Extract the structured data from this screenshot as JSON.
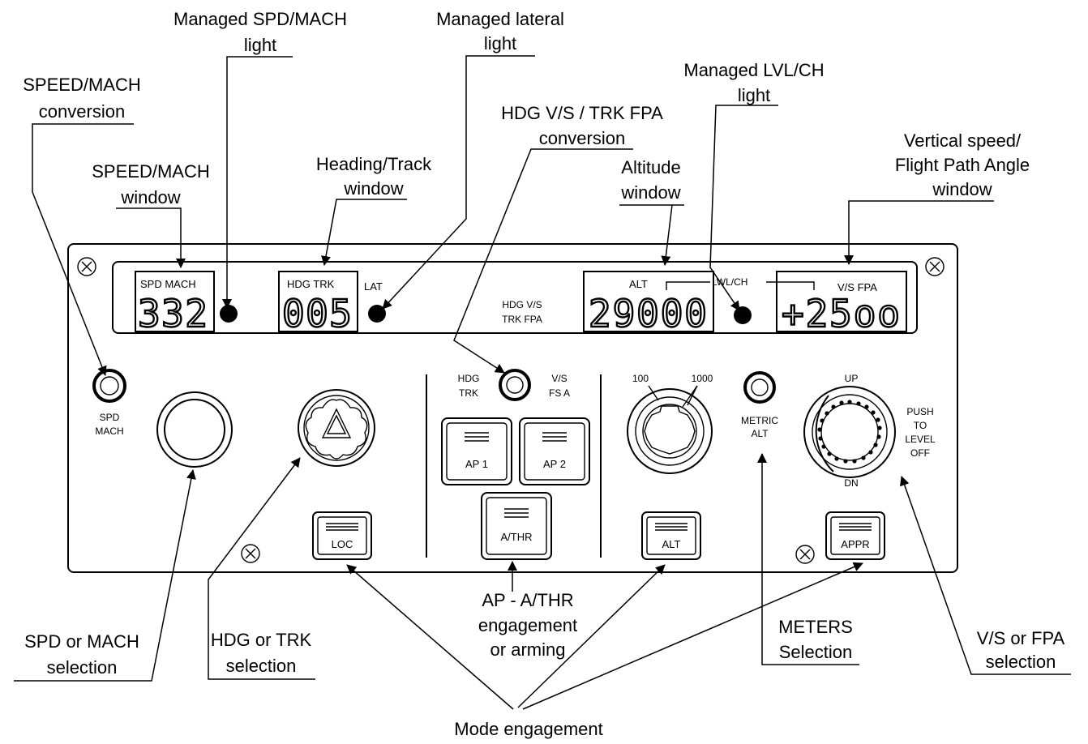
{
  "callouts": {
    "managed_spd_mach_light": [
      "Managed SPD/MACH",
      "light"
    ],
    "managed_lateral_light": [
      "Managed lateral",
      "light"
    ],
    "speed_mach_conversion": [
      "SPEED/MACH",
      "conversion"
    ],
    "managed_lvl_ch_light": [
      "Managed LVL/CH",
      "light"
    ],
    "hdg_vs_trk_fpa_conversion": [
      "HDG V/S / TRK FPA",
      "conversion"
    ],
    "vertical_speed_fpa_window": [
      "Vertical speed/",
      "Flight Path Angle",
      "window"
    ],
    "speed_mach_window": [
      "SPEED/MACH",
      "window"
    ],
    "heading_track_window": [
      "Heading/Track",
      "window"
    ],
    "altitude_window": [
      "Altitude",
      "window"
    ],
    "spd_or_mach_selection": [
      "SPD or MACH",
      "selection"
    ],
    "hdg_or_trk_selection": [
      "HDG or TRK",
      "selection"
    ],
    "ap_athr_engagement": [
      "AP - A/THR",
      "engagement",
      "or arming"
    ],
    "meters_selection": [
      "METERS",
      "Selection"
    ],
    "vs_or_fpa_selection": [
      "V/S or FPA",
      "selection"
    ],
    "mode_engagement": [
      "Mode engagement"
    ]
  },
  "display": {
    "spd": {
      "label": "SPD MACH",
      "value": "332"
    },
    "hdg": {
      "label": "HDG TRK",
      "value": "005"
    },
    "lat_label": "LAT",
    "hdg_vs_center": [
      "HDG V/S",
      "TRK FPA"
    ],
    "alt": {
      "label": "ALT",
      "value": "29000"
    },
    "lvl_ch_label": "LWL/CH",
    "vs": {
      "label": "V/S FPA",
      "value": "+25oo"
    }
  },
  "panel": {
    "spd_mach_button": [
      "SPD",
      "MACH"
    ],
    "hdg_trk_label": [
      "HDG",
      "TRK"
    ],
    "vs_fpa_label": [
      "V/S",
      "FS A"
    ],
    "ap1": "AP 1",
    "ap2": "AP 2",
    "athr": "A/THR",
    "loc": "LOC",
    "alt_button": "ALT",
    "appr": "APPR",
    "alt_scale": [
      "100",
      "1000"
    ],
    "metric_alt": [
      "METRIC",
      "ALT"
    ],
    "vs_knob": {
      "up": "UP",
      "dn": "DN"
    },
    "push_to_level_off": [
      "PUSH",
      "TO",
      "LEVEL",
      "OFF"
    ]
  }
}
